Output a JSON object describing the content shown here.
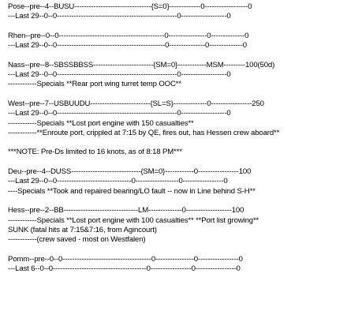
{
  "document": {
    "blocks": [
      {
        "name": "pose-block",
        "lines": [
          "Pose--pre--4--BUSU--------------------------------{S=0}-------------0------------------0",
          "---Last 29--0--0--------------------------------------------------0-------------------0"
        ]
      },
      {
        "name": "rhen-block",
        "lines": [
          "Rhen--pre--0--0--------------------------------------------0----------------0--------------0",
          "---Last 29--0--0---------------------------------------------0---------------0--------------0"
        ]
      },
      {
        "name": "nass-block",
        "lines": [
          "Nass--pre--8--SBSSBBSS-------------------------{SM=0}------------MSM---------100(50d)",
          "---Last 29--0--0--------------------------------------------------0-------------------0",
          "------------Specials **Rear port wing turret temp OOC**"
        ]
      },
      {
        "name": "west-block",
        "lines": [
          "West--pre--7--USBUUDU-------------------------{SL=S}--------------0-----------------250",
          "---Last 29--0--0--------------------------------------------------0-------------------0",
          "------------Specials **Lost port engine with 150 casualties**",
          "------------**Enroute port, crippled at 7:15 by QE, fires out, has Hessen crew aboard**"
        ]
      },
      {
        "name": "note-block",
        "lines": [
          "***NOTE: Pre-Ds limited to 16 knots, as of 8:18 PM***"
        ]
      },
      {
        "name": "deu-block",
        "lines": [
          "Deu--pre--4--DUSS-----------------------------{SM=0}------------0-----------------100",
          "---Last 29--0--0-------------------------------0------------------0-----------------0",
          "----Specials **Took and repaired bearing/LO fault -- now in Line behind S-H**"
        ]
      },
      {
        "name": "hess-block",
        "lines": [
          "Hess--pre--2--BB-------------------------------LM--------------0-------------------100",
          "------------Specials **Lost port engine with 100 casualties** **Port list growing**",
          "SUNK (fatal hits at 7:15&7:16, from Agincourt)",
          "------------(crew saved - most on Westfalen)"
        ]
      },
      {
        "name": "pomm-block",
        "lines": [
          "Pomm--pre--0--0-------------------------------------0----------------0-----------------0",
          "---Last 6--0--0---------------------------------------0-----------------0-----------------0"
        ]
      }
    ]
  }
}
